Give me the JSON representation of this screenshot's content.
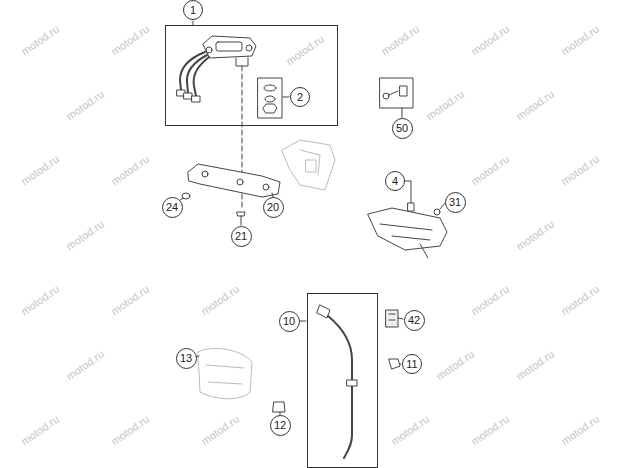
{
  "diagram": {
    "nodes": [
      {
        "text": [
          "1"
        ]
      },
      {
        "text": [
          "2"
        ],
        "in": 0
      },
      {
        "text": [
          "50"
        ]
      },
      {
        "text": [
          "4"
        ]
      },
      {
        "text": [
          "24"
        ]
      },
      {
        "text": [
          "20"
        ]
      },
      {
        "text": [
          "31"
        ]
      },
      {
        "text": [
          "21"
        ]
      },
      {
        "text": [
          "10"
        ]
      },
      {
        "text": [
          "42"
        ]
      },
      {
        "text": [
          "13"
        ]
      },
      {
        "text": [
          "11"
        ]
      },
      {
        "text": [
          "12"
        ]
      }
    ],
    "labels": [
      "motod.ru",
      "motod.ru",
      "motod.ru",
      "motod.ru",
      "motod.ru",
      "motod.ru",
      "motod.ru",
      "motod.ru",
      "motod.ru",
      "motod.ru",
      "motod.ru",
      "motod.ru",
      "motod.ru",
      "motod.ru",
      "motod.ru",
      "motod.ru",
      "motod.ru",
      "motod.ru",
      "motod.ru",
      "motod.ru",
      "motod.ru",
      "motod.ru",
      "motod.ru",
      "motod.ru",
      "motod.ru",
      "motod.ru",
      "motod.ru",
      "motod.ru",
      "motod.ru"
    ]
  }
}
